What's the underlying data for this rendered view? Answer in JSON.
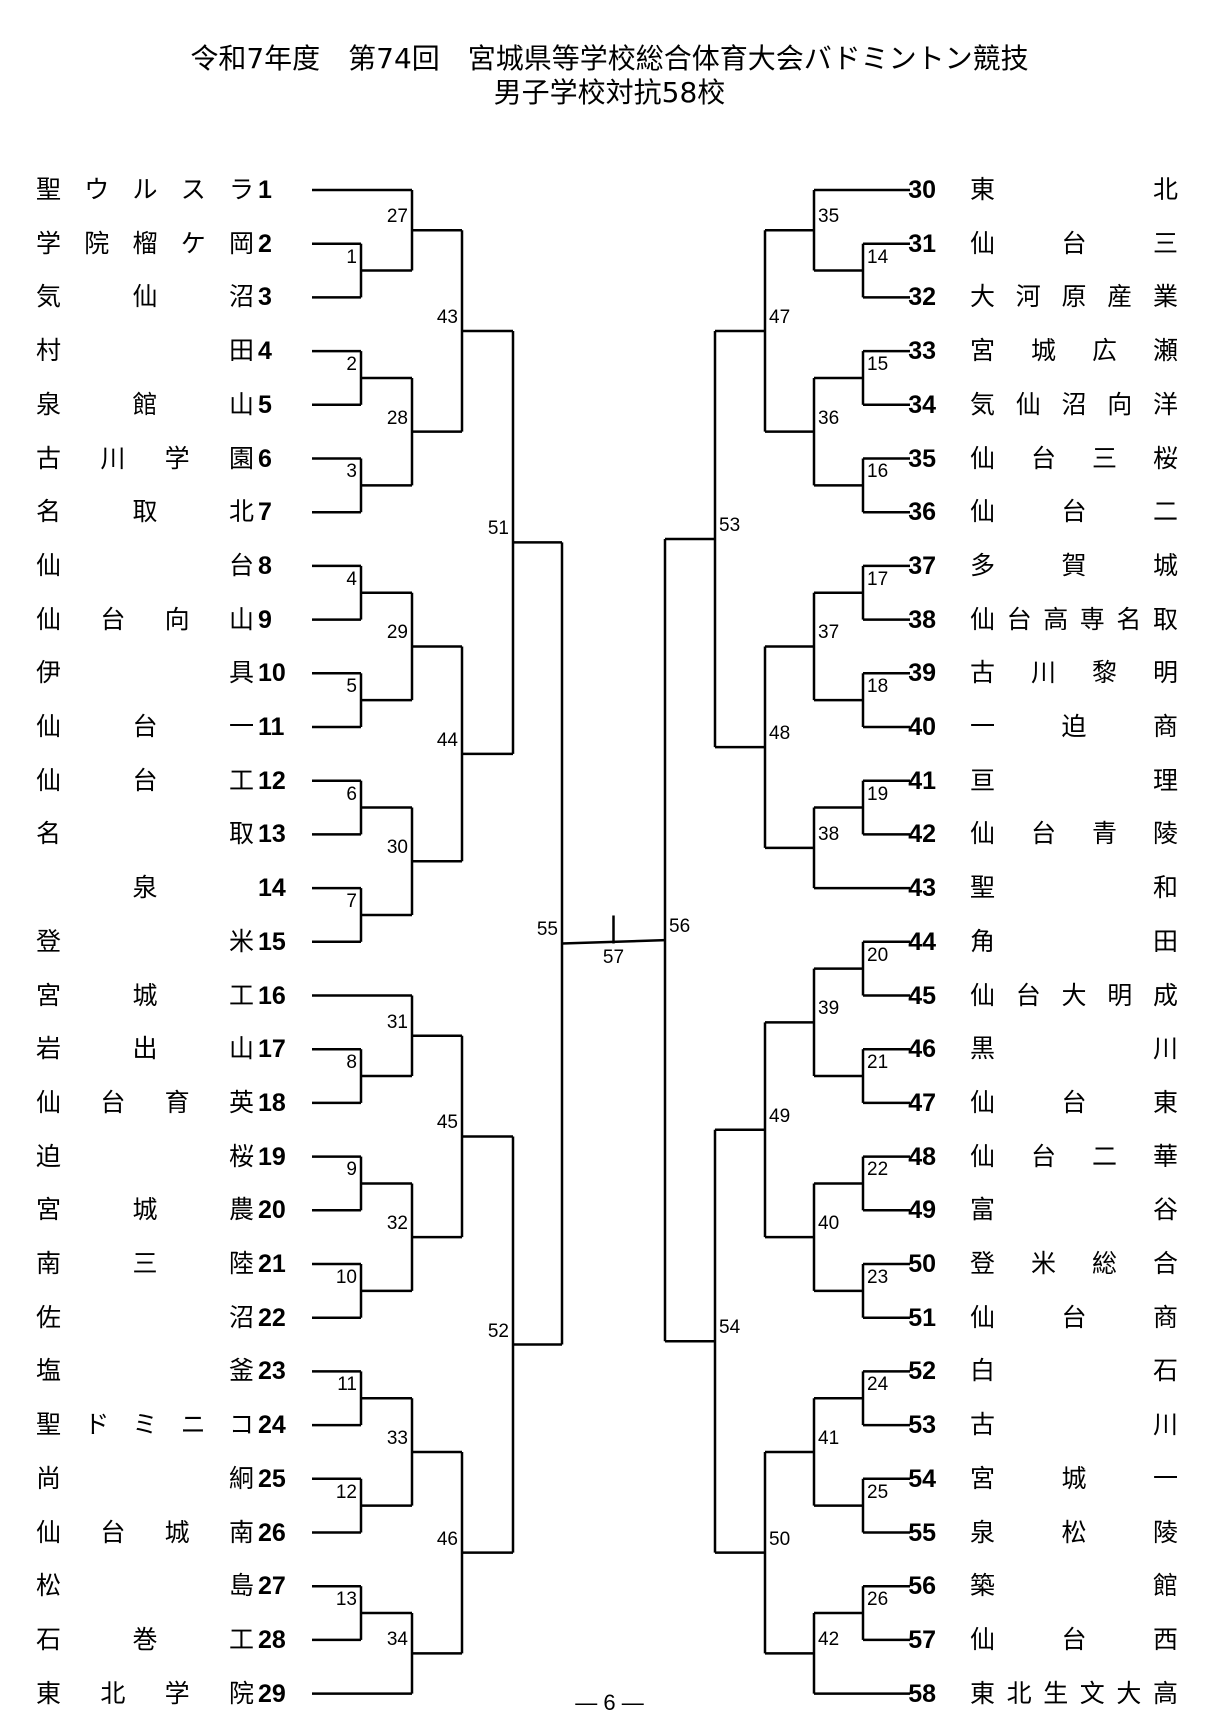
{
  "title_line1": "令和7年度　第74回　宮城県等学校総合体育大会バドミントン競技",
  "title_line2": "男子学校対抗58校",
  "page_number": "— 6 —",
  "teams": [
    {
      "seed": "1",
      "name": "聖ウルスラ"
    },
    {
      "seed": "2",
      "name": "学院榴ケ岡"
    },
    {
      "seed": "3",
      "name": "気仙沼"
    },
    {
      "seed": "4",
      "name": "村田"
    },
    {
      "seed": "5",
      "name": "泉館山"
    },
    {
      "seed": "6",
      "name": "古川学園"
    },
    {
      "seed": "7",
      "name": "名取北"
    },
    {
      "seed": "8",
      "name": "仙台"
    },
    {
      "seed": "9",
      "name": "仙台向山"
    },
    {
      "seed": "10",
      "name": "伊具"
    },
    {
      "seed": "11",
      "name": "仙台一"
    },
    {
      "seed": "12",
      "name": "仙台工"
    },
    {
      "seed": "13",
      "name": "名取"
    },
    {
      "seed": "14",
      "name": "泉"
    },
    {
      "seed": "15",
      "name": "登米"
    },
    {
      "seed": "16",
      "name": "宮城工"
    },
    {
      "seed": "17",
      "name": "岩出山"
    },
    {
      "seed": "18",
      "name": "仙台育英"
    },
    {
      "seed": "19",
      "name": "迫桜"
    },
    {
      "seed": "20",
      "name": "宮城農"
    },
    {
      "seed": "21",
      "name": "南三陸"
    },
    {
      "seed": "22",
      "name": "佐沼"
    },
    {
      "seed": "23",
      "name": "塩釜"
    },
    {
      "seed": "24",
      "name": "聖ドミニコ"
    },
    {
      "seed": "25",
      "name": "尚絅"
    },
    {
      "seed": "26",
      "name": "仙台城南"
    },
    {
      "seed": "27",
      "name": "松島"
    },
    {
      "seed": "28",
      "name": "石巻工"
    },
    {
      "seed": "29",
      "name": "東北学院"
    },
    {
      "seed": "30",
      "name": "東北"
    },
    {
      "seed": "31",
      "name": "仙台三"
    },
    {
      "seed": "32",
      "name": "大河原産業"
    },
    {
      "seed": "33",
      "name": "宮城広瀬"
    },
    {
      "seed": "34",
      "name": "気仙沼向洋"
    },
    {
      "seed": "35",
      "name": "仙台三桜"
    },
    {
      "seed": "36",
      "name": "仙台二"
    },
    {
      "seed": "37",
      "name": "多賀城"
    },
    {
      "seed": "38",
      "name": "仙台高専名取"
    },
    {
      "seed": "39",
      "name": "古川黎明"
    },
    {
      "seed": "40",
      "name": "一迫商"
    },
    {
      "seed": "41",
      "name": "亘理"
    },
    {
      "seed": "42",
      "name": "仙台青陵"
    },
    {
      "seed": "43",
      "name": "聖和"
    },
    {
      "seed": "44",
      "name": "角田"
    },
    {
      "seed": "45",
      "name": "仙台大明成"
    },
    {
      "seed": "46",
      "name": "黒川"
    },
    {
      "seed": "47",
      "name": "仙台東"
    },
    {
      "seed": "48",
      "name": "仙台二華"
    },
    {
      "seed": "49",
      "name": "富谷"
    },
    {
      "seed": "50",
      "name": "登米総合"
    },
    {
      "seed": "51",
      "name": "仙台商"
    },
    {
      "seed": "52",
      "name": "白石"
    },
    {
      "seed": "53",
      "name": "古川"
    },
    {
      "seed": "54",
      "name": "宮城一"
    },
    {
      "seed": "55",
      "name": "泉松陵"
    },
    {
      "seed": "56",
      "name": "築館"
    },
    {
      "seed": "57",
      "name": "仙台西"
    },
    {
      "seed": "58",
      "name": "東北生文大高"
    }
  ],
  "matches": [
    "1",
    "2",
    "3",
    "4",
    "5",
    "6",
    "7",
    "8",
    "9",
    "10",
    "11",
    "12",
    "13",
    "14",
    "15",
    "16",
    "17",
    "18",
    "19",
    "20",
    "21",
    "22",
    "23",
    "24",
    "25",
    "26",
    "27",
    "28",
    "29",
    "30",
    "31",
    "32",
    "33",
    "34",
    "35",
    "36",
    "37",
    "38",
    "39",
    "40",
    "41",
    "42",
    "43",
    "44",
    "45",
    "46",
    "47",
    "48",
    "49",
    "50",
    "51",
    "52",
    "53",
    "54",
    "55",
    "56",
    "57"
  ]
}
